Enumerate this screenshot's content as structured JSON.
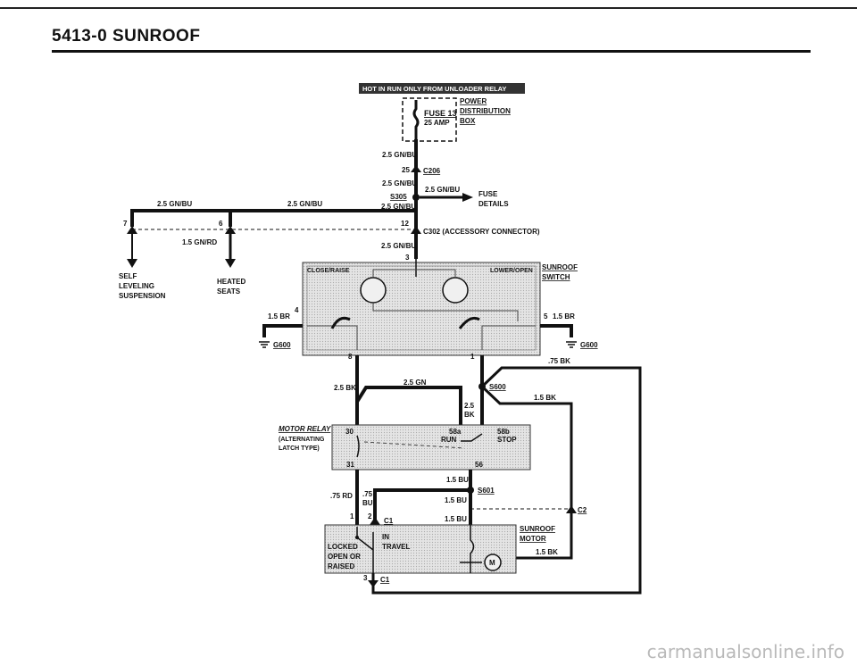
{
  "page": {
    "title": "5413-0   SUNROOF",
    "watermark": "carmanualsonline.info"
  },
  "banner": "HOT IN RUN ONLY FROM UNLOADER RELAY",
  "fuse": {
    "name": "FUSE 13",
    "rating": "25 AMP",
    "box_label": [
      "POWER",
      "DISTRIBUTION",
      "BOX"
    ]
  },
  "wires": {
    "gnbu_1": "2.5 GN/BU",
    "c206_pin": "25",
    "c206": "C206",
    "gnbu_2": "2.5 GN/BU",
    "s305": "S305",
    "gnbu_fuse": "2.5 GN/BU",
    "fuse_details": [
      "FUSE",
      "DETAILS"
    ],
    "gnbu_3": "2.5 GN/BU",
    "gnbu_left": "2.5 GN/BU",
    "gnbu_mid": "2.5 GN/BU",
    "pin7": "7",
    "pin6": "6",
    "pin12": "12",
    "c302": "C302 (ACCESSORY CONNECTOR)",
    "gnrd": "1.5 GN/RD",
    "gnbu_4": "2.5 GN/BU",
    "pin3_sw": "3"
  },
  "loads": {
    "self_leveling": [
      "SELF",
      "LEVELING",
      "SUSPENSION"
    ],
    "heated_seats": [
      "HEATED",
      "SEATS"
    ]
  },
  "switch": {
    "close_raise": "CLOSE/RAISE",
    "lower_open": "LOWER/OPEN",
    "label": [
      "SUNROOF",
      "SWITCH"
    ],
    "pin4": "4",
    "br_left": "1.5 BR",
    "g600_left": "G600",
    "pin5": "5",
    "br_right": "1.5 BR",
    "g600_right": "G600",
    "pin8": "8",
    "pin1": "1"
  },
  "relay": {
    "bk75": ".75 BK",
    "bk25_left": "2.5 BK",
    "gn25": "2.5 GN",
    "s600": "S600",
    "bk15": "1.5 BK",
    "bk25_mid": [
      "2.5",
      "BK"
    ],
    "label": [
      "MOTOR RELAY",
      "(ALTERNATING",
      "LATCH TYPE)"
    ],
    "pin30": "30",
    "pin58a": "58a",
    "pin58b": "58b",
    "run": "RUN",
    "stop": "STOP",
    "pin31": "31",
    "pin56": "56"
  },
  "motor_wiring": {
    "bu15_1": "1.5 BU",
    "s601": "S601",
    "rd75": ".75 RD",
    "bu75": [
      ".75",
      "BU"
    ],
    "bu15_2": "1.5 BU",
    "bu15_3": "1.5 BU",
    "pin1": "1",
    "pin2": "2",
    "c1": "C1",
    "c2": "C2"
  },
  "motor": {
    "locked": [
      "LOCKED",
      "OPEN OR",
      "RAISED"
    ],
    "in_travel": [
      "IN",
      "TRAVEL"
    ],
    "label": [
      "SUNROOF",
      "MOTOR"
    ],
    "m": "M",
    "bk15": "1.5 BK",
    "pin3": "3",
    "c1": "C1"
  }
}
